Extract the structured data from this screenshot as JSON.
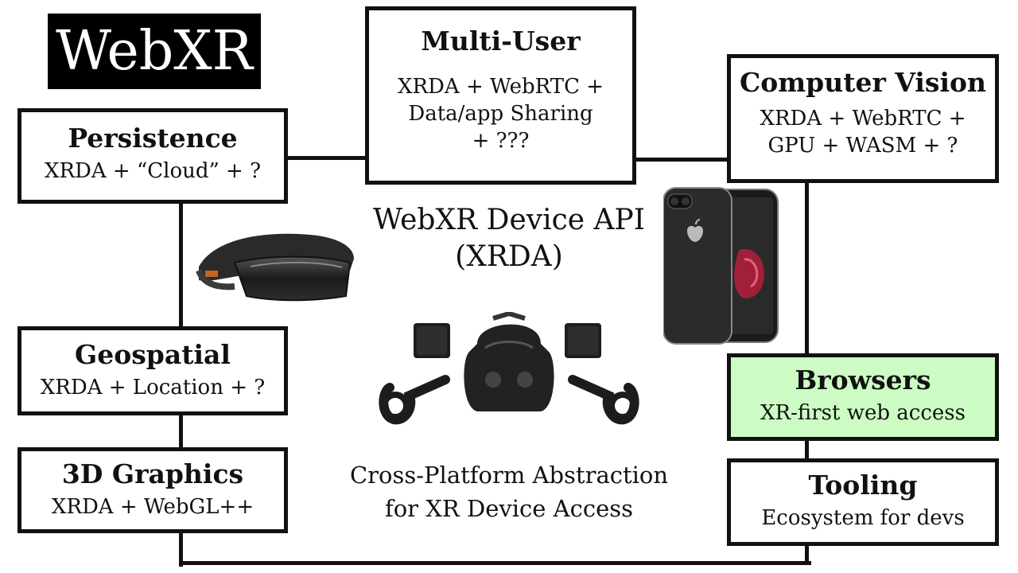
{
  "logo": "WebXR",
  "center": {
    "api_line1": "WebXR Device API",
    "api_line2": "(XRDA)",
    "caption_line1": "Cross-Platform Abstraction",
    "caption_line2": "for XR Device Access"
  },
  "boxes": {
    "multi_user": {
      "title": "Multi-User",
      "line1": "XRDA + WebRTC +",
      "line2": "Data/app Sharing",
      "line3": "+ ???"
    },
    "persistence": {
      "title": "Persistence",
      "line1": "XRDA + “Cloud” + ?"
    },
    "computer_vision": {
      "title": "Computer Vision",
      "line1": "XRDA + WebRTC +",
      "line2": "GPU + WASM + ?"
    },
    "geospatial": {
      "title": "Geospatial",
      "line1": "XRDA + Location + ?"
    },
    "graphics": {
      "title": "3D Graphics",
      "line1": "XRDA + WebGL++"
    },
    "browsers": {
      "title": "Browsers",
      "line1": "XR-first web access"
    },
    "tooling": {
      "title": "Tooling",
      "line1": "Ecosystem for devs"
    }
  },
  "colors": {
    "browsers_bg": "#ccfcc4",
    "ink": "#111111"
  },
  "images": {
    "headset": "hololens-headset-icon",
    "vr_kit": "vive-vr-kit-icon",
    "phone": "smartphone-icon"
  }
}
